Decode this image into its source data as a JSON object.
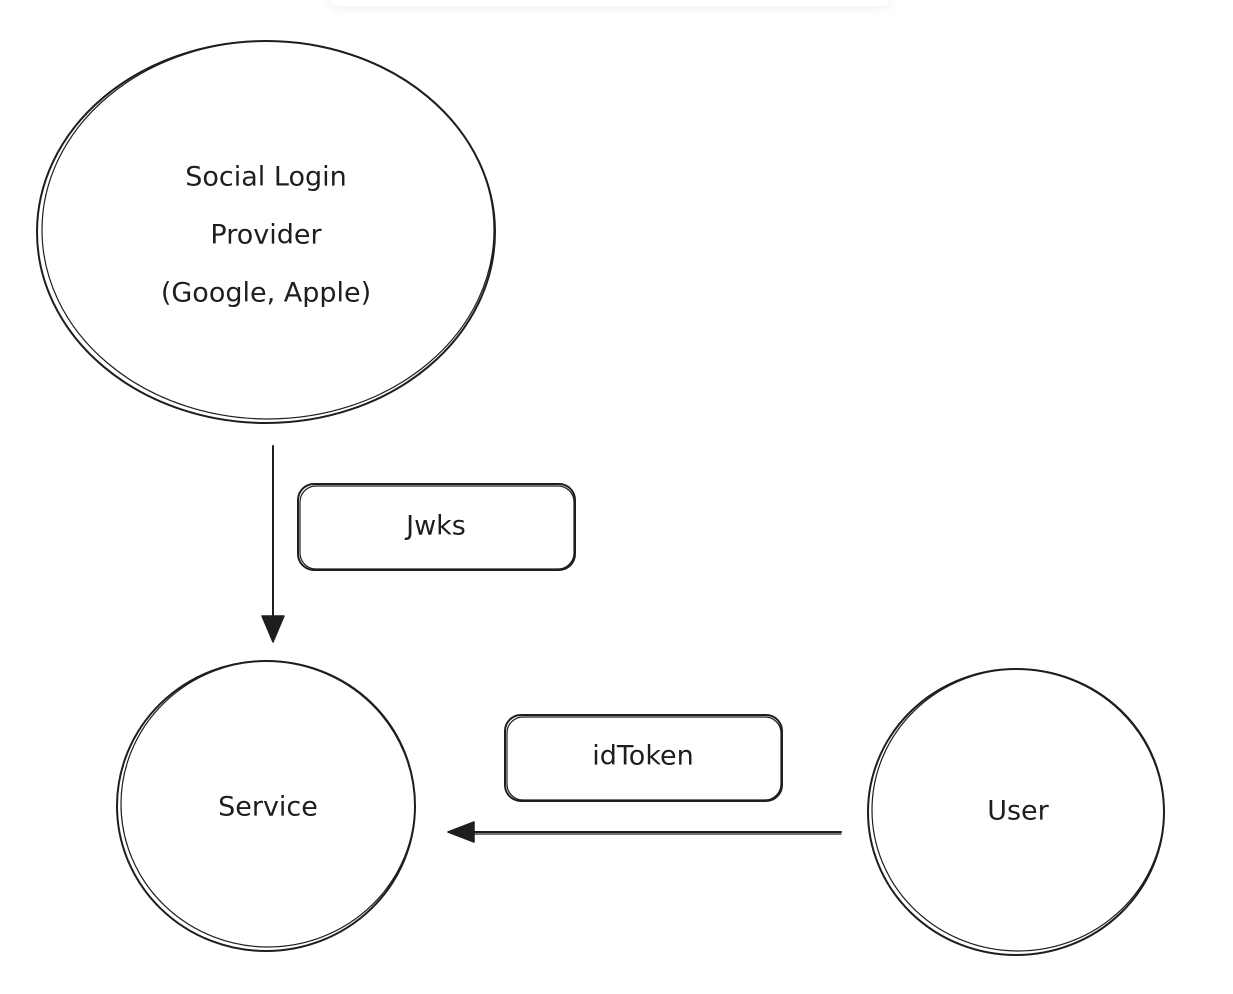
{
  "nodes": {
    "provider": {
      "lines": [
        "Social Login",
        "Provider",
        "(Google, Apple)"
      ]
    },
    "service": {
      "label": "Service"
    },
    "user": {
      "label": "User"
    }
  },
  "edge_labels": {
    "jwks": "Jwks",
    "id_token": "idToken"
  },
  "colors": {
    "stroke": "#1e1e1e",
    "background": "#ffffff"
  }
}
